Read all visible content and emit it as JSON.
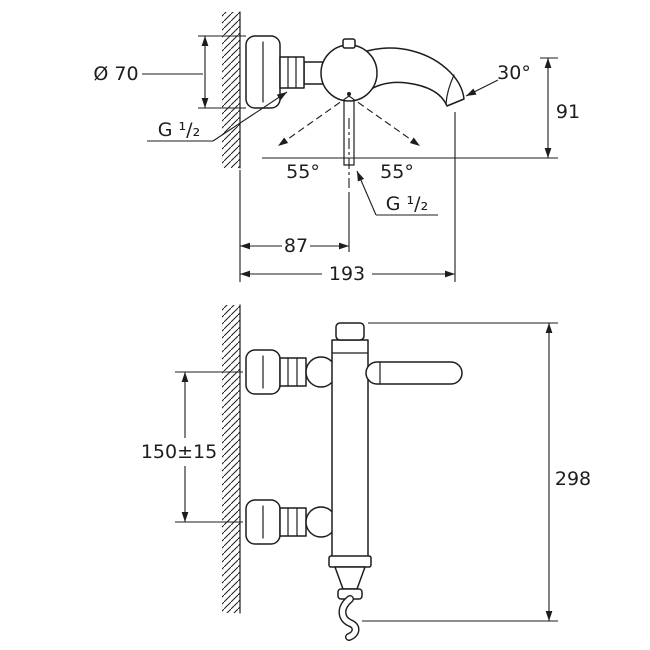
{
  "page": {
    "background": "#ffffff",
    "line_color": "#1d1d1b"
  },
  "top_view": {
    "name": "bath-mixer-side-view",
    "labels": {
      "escutcheon_diameter": "Ø 70",
      "wall_connection_thread": "G ¹/₂",
      "spout_angle": "30°",
      "spout_outlet_height": "91",
      "swivel_angle_left": "55°",
      "swivel_angle_right": "55°",
      "outlet_thread": "G ¹/₂",
      "outlet_center_depth": "87",
      "spout_reach": "193"
    }
  },
  "front_view": {
    "name": "bath-mixer-front-view",
    "labels": {
      "connection_center_distance": "150±15",
      "overall_height": "298"
    }
  }
}
